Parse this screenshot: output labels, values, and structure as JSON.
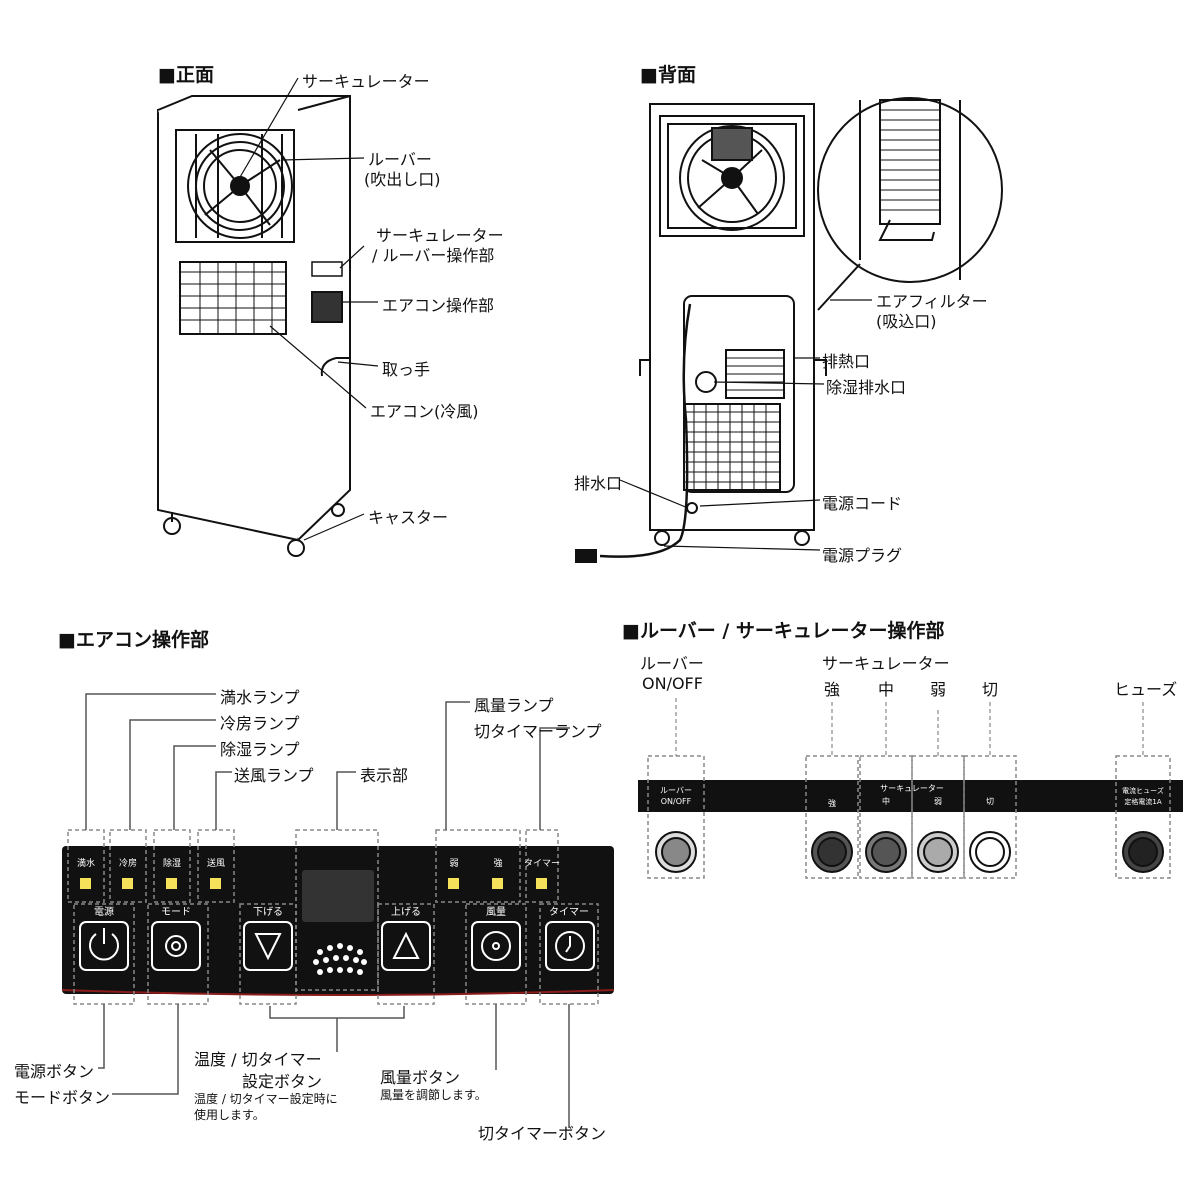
{
  "front": {
    "title": "■正面",
    "labels": {
      "circulator": "サーキュレーター",
      "louver": "ルーバー",
      "louver_sub": "(吹出し口)",
      "circ_louver_ctrl": "サーキュレーター",
      "circ_louver_ctrl_sub": "/ ルーバー操作部",
      "ac_ctrl": "エアコン操作部",
      "handle": "取っ手",
      "aircon": "エアコン(冷風)",
      "caster": "キャスター"
    }
  },
  "back": {
    "title": "■背面",
    "labels": {
      "air_filter": "エアフィルター",
      "air_filter_sub": "(吸込口)",
      "exhaust": "排熱口",
      "dehumid_drain": "除湿排水口",
      "drain": "排水口",
      "power_cord": "電源コード",
      "power_plug": "電源プラグ"
    }
  },
  "ac_panel": {
    "title": "■エアコン操作部",
    "callouts": {
      "full_water_lamp": "満水ランプ",
      "cooling_lamp": "冷房ランプ",
      "dehumid_lamp": "除湿ランプ",
      "fan_lamp": "送風ランプ",
      "display": "表示部",
      "fan_speed_lamp": "風量ランプ",
      "off_timer_lamp": "切タイマーランプ",
      "power_button": "電源ボタン",
      "mode_button": "モードボタン",
      "temp_timer_set": "温度 / 切タイマー",
      "temp_timer_set2": "設定ボタン",
      "temp_timer_note1": "温度 / 切タイマー設定時に",
      "temp_timer_note2": "使用します。",
      "fan_button": "風量ボタン",
      "fan_button_note": "風量を調節します。",
      "off_timer_button": "切タイマーボタン"
    },
    "panel_text": {
      "lamp_full": "満水",
      "lamp_cool": "冷房",
      "lamp_dehumid": "除湿",
      "lamp_fan": "送風",
      "lamp_weak": "弱",
      "lamp_strong": "強",
      "lamp_timer": "タイマー",
      "btn_power": "電源",
      "btn_mode": "モード",
      "btn_down": "下げる",
      "btn_up": "上げる",
      "btn_fan": "風量",
      "btn_timer": "タイマー"
    }
  },
  "louver_panel": {
    "title": "■ルーバー / サーキュレーター操作部",
    "callouts": {
      "louver": "ルーバー",
      "louver_onoff": "ON/OFF",
      "circulator": "サーキュレーター",
      "strong": "強",
      "mid": "中",
      "weak": "弱",
      "off": "切",
      "fuse": "ヒューズ"
    },
    "panel_text": {
      "louver1": "ルーバー",
      "louver2": "ON/OFF",
      "circ": "サーキュレーター",
      "strong": "強",
      "mid": "中",
      "weak": "弱",
      "off": "切",
      "fuse1": "電流ヒューズ",
      "fuse2": "定格電流1A"
    }
  }
}
